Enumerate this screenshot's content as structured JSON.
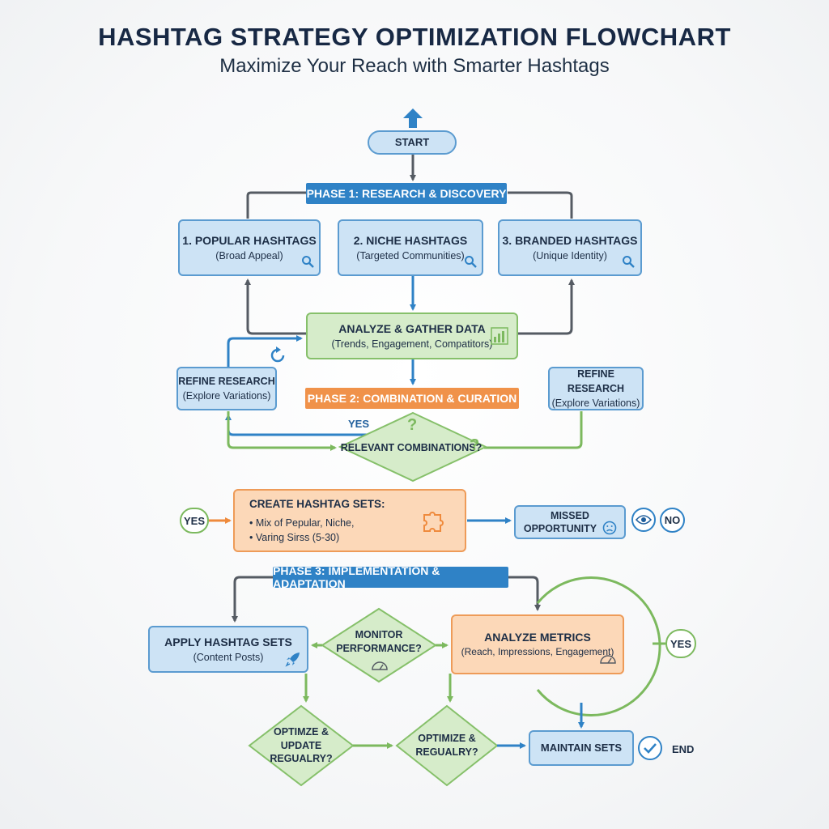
{
  "title": "HASHTAG STRATEGY OPTIMIZATION FLOWCHART",
  "subtitle": "Maximize Your Reach with Smarter Hashtags",
  "start": "START",
  "phase1": "PHASE 1: RESEARCH & DISCOVERY",
  "popular": {
    "title": "1. POPULAR HASHTAGS",
    "sub": "(Broad Appeal)"
  },
  "niche": {
    "title": "2. NICHE HASHTAGS",
    "sub": "(Targeted Communities)"
  },
  "branded": {
    "title": "3. BRANDED HASHTAGS",
    "sub": "(Unique Identity)"
  },
  "analyze": {
    "title": "ANALYZE & GATHER DATA",
    "sub": "(Trends, Engagement, Compatitors)"
  },
  "refine_left": {
    "title": "REFINE RESEARCH",
    "sub": "(Explore Variations)"
  },
  "refine_right": {
    "title": "REFINE RESEARCH",
    "sub": "(Explore Variations)"
  },
  "phase2": "PHASE 2: COMBINATION & CURATION",
  "yes_top": "YES",
  "relevant": "RELEVANT COMBINATIONS?",
  "yes_left": "YES",
  "create": {
    "title": "CREATE HASHTAG SETS:",
    "items": [
      "Mix of Pepular, Niche,",
      "Varing Sirss (5-30)"
    ]
  },
  "missed": {
    "line1": "MISSED",
    "line2": "OPPORTUNITY"
  },
  "no": "NO",
  "phase3": "PHASE 3: IMPLEMENTATION & ADAPTATION",
  "apply": {
    "title": "APPLY HASHTAG SETS",
    "sub": "(Content Posts)"
  },
  "monitor": {
    "line1": "MONITOR",
    "line2": "PERFORMANCE?"
  },
  "metrics": {
    "title": "ANALYZE METRICS",
    "sub": "(Reach, Impressions, Engagement)"
  },
  "yes_right": "YES",
  "optimize1": {
    "line1": "OPTIMZE & UPDATE",
    "line2": "REGUALRY?"
  },
  "optimize2": {
    "line1": "OPTIMIZE &",
    "line2": "REGUALRY?"
  },
  "maintain": "MAINTAIN SETS",
  "end": "END",
  "colors": {
    "navy": "#172844",
    "phase_blue": "#2f82c6",
    "phase_orange": "#f0924a",
    "box_blue": "#cde3f5",
    "box_green": "#d6ecca",
    "box_orange": "#fcd8b8",
    "line_gray": "#555b63",
    "line_blue": "#2f82c6",
    "line_green": "#7cb95e",
    "line_orange": "#ef8a3c"
  },
  "icons": [
    "up-arrow-icon",
    "magnifier-icon",
    "bar-chart-icon",
    "refresh-icon",
    "puzzle-icon",
    "sad-face-icon",
    "eye-icon",
    "rocket-icon",
    "gauge-icon",
    "check-icon"
  ]
}
